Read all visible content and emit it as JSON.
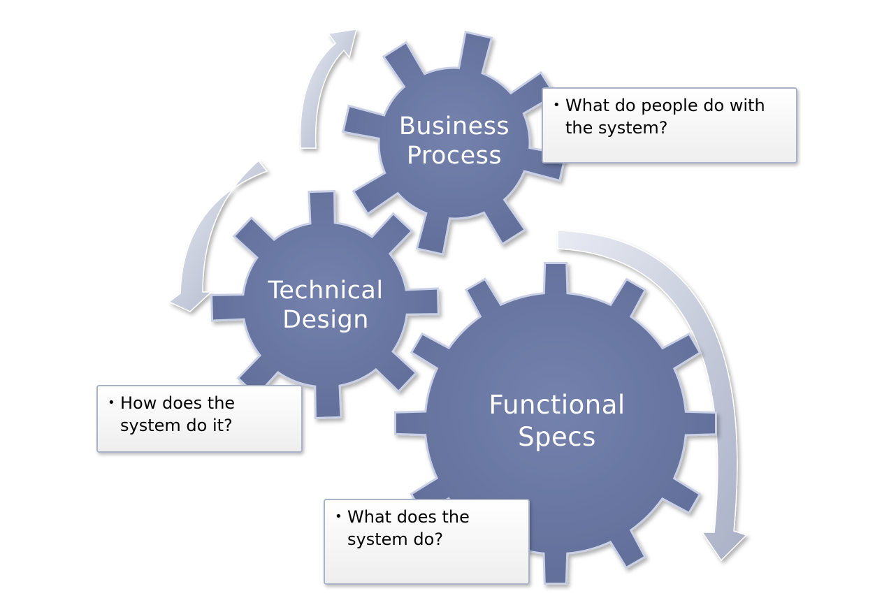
{
  "colors": {
    "gear": "#6b78a2",
    "gear_edge": "#c9d0e6",
    "arrow": "#b3b9cc",
    "callout_border": "#a9b2c9"
  },
  "gears": [
    {
      "label": "Business Process",
      "line1": "Business",
      "line2": "Process"
    },
    {
      "label": "Technical Design",
      "line1": "Technical",
      "line2": "Design"
    },
    {
      "label": "Functional Specs",
      "line1": "Functional",
      "line2": "Specs"
    }
  ],
  "callouts": [
    {
      "bullet": "•",
      "text": "What do people do with the system?"
    },
    {
      "bullet": "•",
      "text": "How does the system do it?"
    },
    {
      "bullet": "•",
      "text": "What does the system do?"
    }
  ]
}
